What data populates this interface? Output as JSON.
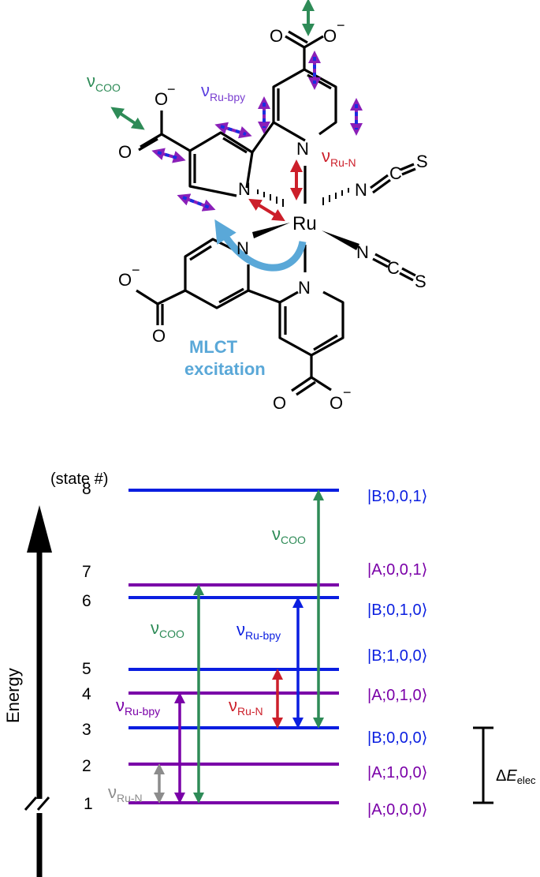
{
  "molecule": {
    "metal": "Ru",
    "nitrogen": "N",
    "carbon": "C",
    "sulfur": "S",
    "oxygen": "O",
    "minus": "−",
    "mlct_line1": "MLCT",
    "mlct_line2": "excitation",
    "nu": "ν",
    "coo_sub": "COO",
    "rubpy_sub": "Ru-bpy",
    "run_sub": "Ru-N"
  },
  "colors": {
    "blue_level": "#0a1ee0",
    "purple_level": "#7a00a8",
    "green_arrow": "#2e8b57",
    "red_arrow": "#cc1f2a",
    "gray_arrow": "#8c8c8c",
    "mlct_blue": "#5aa8d8",
    "label_violet": "#7a3fd0"
  },
  "diagram": {
    "state_header": "(state #)",
    "axis_label": "Energy",
    "delta_prefix": "Δ",
    "delta_E": "E",
    "delta_sub": "elec",
    "nu": "ν",
    "coo_sub": "COO",
    "rubpy_sub": "Ru-bpy",
    "run_sub": "Ru-N",
    "states": [
      {
        "number": "1",
        "ket": "|A;0,0,0⟩",
        "manifold": "A"
      },
      {
        "number": "2",
        "ket": "|A;1,0,0⟩",
        "manifold": "A"
      },
      {
        "number": "3",
        "ket": "|B;0,0,0⟩",
        "manifold": "B"
      },
      {
        "number": "4",
        "ket": "|A;0,1,0⟩",
        "manifold": "A"
      },
      {
        "number": "5",
        "ket": "|B;1,0,0⟩",
        "manifold": "B"
      },
      {
        "number": "6",
        "ket": "|B;0,1,0⟩",
        "manifold": "B"
      },
      {
        "number": "7",
        "ket": "|A;0,0,1⟩",
        "manifold": "A"
      },
      {
        "number": "8",
        "ket": "|B;0,0,1⟩",
        "manifold": "B"
      }
    ]
  }
}
